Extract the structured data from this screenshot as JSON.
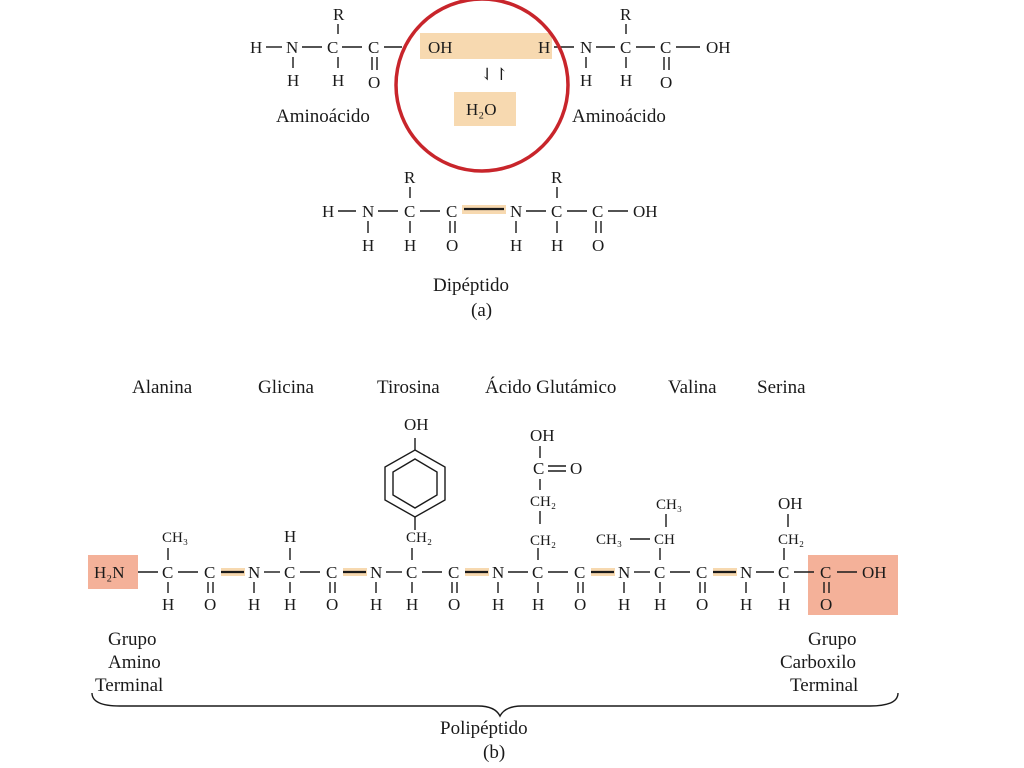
{
  "figure_a": {
    "left_label": "Aminoácido",
    "right_label": "Aminoácido",
    "water": "H₂O",
    "equilibrium": "⇃↾",
    "dipeptide_label": "Dipéptido",
    "panel_label": "(a)"
  },
  "figure_b": {
    "residues": [
      "Alanina",
      "Glicina",
      "Tirosina",
      "Ácido Glutámico",
      "Valina",
      "Serina"
    ],
    "amino_terminal": [
      "Grupo",
      "Amino",
      "Terminal"
    ],
    "carboxyl_terminal": [
      "Grupo",
      "Carboxilo",
      "Terminal"
    ],
    "polypeptide_label": "Polipéptido",
    "panel_label": "(b)"
  },
  "atoms": {
    "H": "H",
    "N": "N",
    "C": "C",
    "O": "O",
    "R": "R",
    "OH": "OH",
    "H2N": "H₂N",
    "CH3": "CH₃",
    "CH2": "CH₂",
    "CH": "CH"
  },
  "colors": {
    "peptide_highlight": "#f7d9b0",
    "terminal_highlight": "#f4b199",
    "circle": "#c8252b"
  }
}
